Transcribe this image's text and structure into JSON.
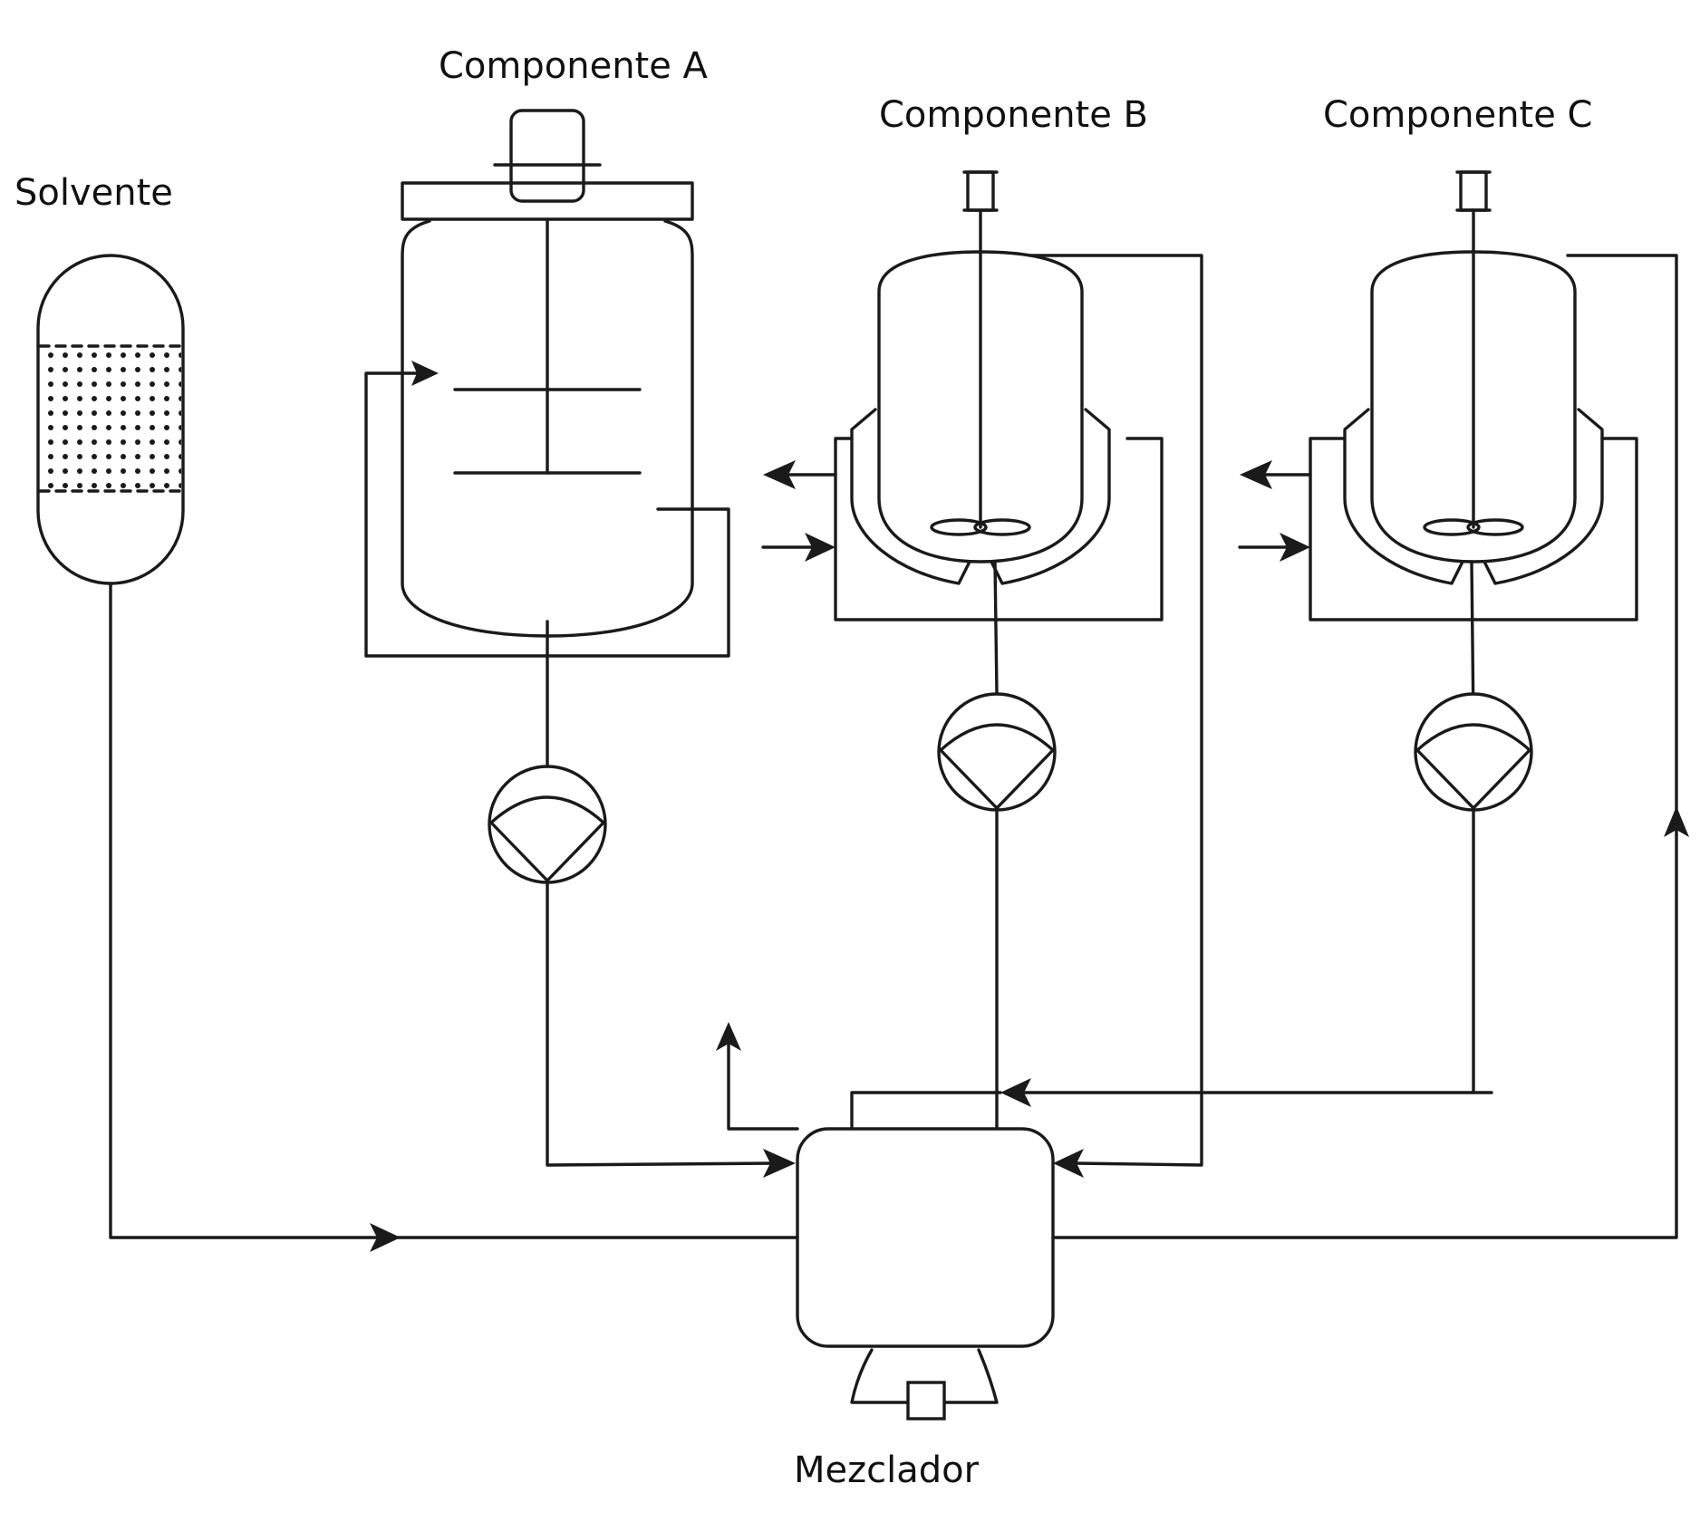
{
  "labels": {
    "solvente": "Solvente",
    "componente_a": "Componente A",
    "componente_b": "Componente B",
    "componente_c": "Componente C",
    "mezclador": "Mezclador"
  },
  "colors": {
    "line": "#1a1a1a",
    "background": "#ffffff"
  }
}
